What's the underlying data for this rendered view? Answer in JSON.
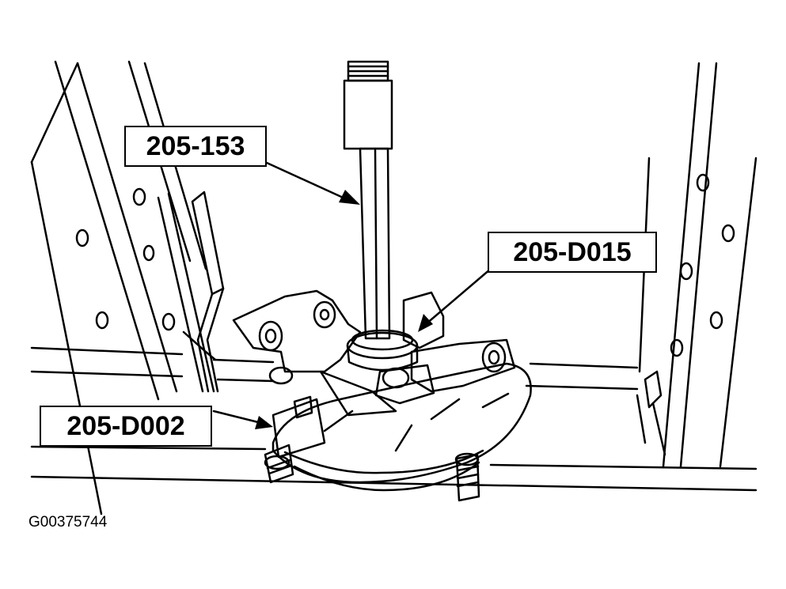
{
  "callouts": {
    "tool_top": "205-153",
    "tool_right": "205-D015",
    "tool_left": "205-D002"
  },
  "figure_id": "G00375744",
  "colors": {
    "ink": "#000000",
    "paper": "#ffffff"
  }
}
